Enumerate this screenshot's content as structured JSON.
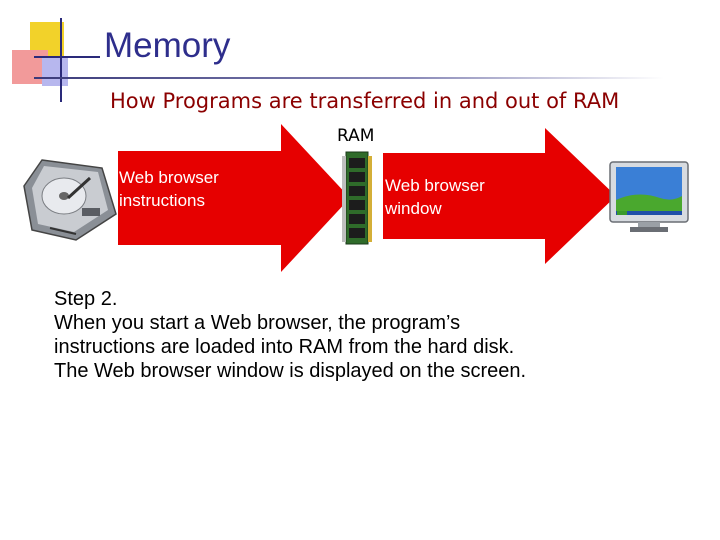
{
  "slide": {
    "title": "Memory",
    "subtitle": "How Programs are transferred in and out of RAM"
  },
  "diagram": {
    "ram_label": "RAM",
    "arrow_left": {
      "line1": "Web browser",
      "line2": "instructions"
    },
    "arrow_right": {
      "line1": "Web browser",
      "line2": "window"
    },
    "icons": [
      "hard-disk-icon",
      "ram-module-icon",
      "monitor-icon"
    ],
    "arrow_color": "#e60000"
  },
  "body": {
    "line1": "Step 2.",
    "line2": "When you start a Web browser, the program’s",
    "line3": "instructions are loaded into RAM from the hard disk.",
    "line4": "The Web browser window is displayed on the screen."
  }
}
